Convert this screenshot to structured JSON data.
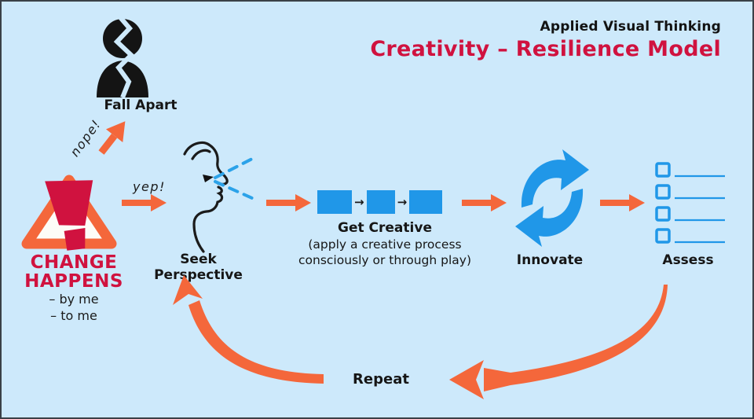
{
  "header": {
    "app": "Applied Visual Thinking",
    "title": "Creativity – Resilience Model"
  },
  "annotations": {
    "nope": "nope!",
    "yep": "yep!",
    "repeat": "Repeat",
    "step_arrow": "→"
  },
  "nodes": {
    "fall_apart": {
      "label": "Fall Apart",
      "icon": "broken-person-icon"
    },
    "change_happens": {
      "line1": "CHANGE",
      "line2": "HAPPENS",
      "sub1": "– by me",
      "sub2": "– to me",
      "icon": "warning-triangle-icon"
    },
    "seek_perspective": {
      "label": "Seek Perspective",
      "icon": "face-profile-icon"
    },
    "get_creative": {
      "label": "Get Creative",
      "sub1": "(apply a creative process",
      "sub2": "consciously or through play)",
      "icon": "process-squares-icon"
    },
    "innovate": {
      "label": "Innovate",
      "icon": "cycle-arrows-icon"
    },
    "assess": {
      "label": "Assess",
      "icon": "checklist-icon"
    }
  },
  "colors": {
    "background": "#cde9fb",
    "orange_arrow": "#f4673b",
    "crimson": "#d0123f",
    "process_blue": "#2097e8",
    "dashed_ray_blue": "#2ba2e9",
    "ink_black": "#161616"
  }
}
